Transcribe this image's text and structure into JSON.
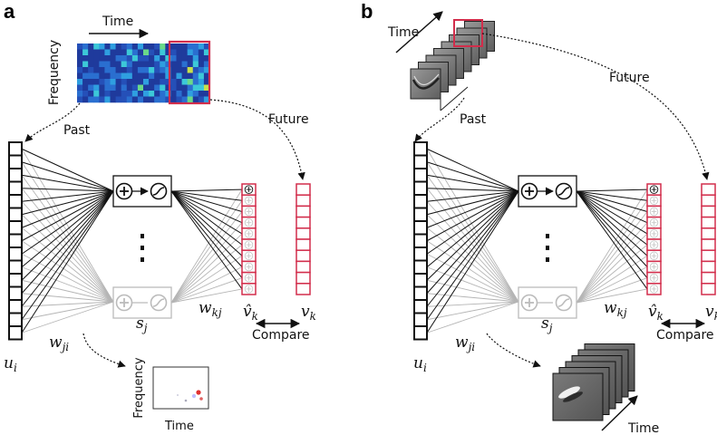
{
  "panels": [
    {
      "letter": "a",
      "labels": {
        "time": "Time",
        "frequency": "Frequency",
        "past": "Past",
        "future": "Future",
        "compare": "Compare",
        "output_time": "Time",
        "output_frequency": "Frequency"
      },
      "symbols": {
        "u": "u",
        "u_sub": "i",
        "w_ji": "w",
        "w_ji_sub": "ji",
        "s": "s",
        "s_sub": "j",
        "w_kj": "w",
        "w_kj_sub": "kj",
        "vhat": "v̂",
        "vhat_sub": "k",
        "v": "v",
        "v_sub": "k"
      }
    },
    {
      "letter": "b",
      "labels": {
        "time": "Time",
        "past": "Past",
        "future": "Future",
        "compare": "Compare",
        "output_time": "Time"
      },
      "symbols": {
        "u": "u",
        "u_sub": "i",
        "w_ji": "w",
        "w_ji_sub": "ji",
        "s": "s",
        "s_sub": "j",
        "w_kj": "w",
        "w_kj_sub": "kj",
        "vhat": "v̂",
        "vhat_sub": "k",
        "v": "v",
        "v_sub": "k"
      }
    }
  ],
  "colors": {
    "highlight_red": "#d22d4b",
    "strong_line": "#111111",
    "faded_line": "#aaaaaa",
    "spectrogram_bg": "#1f3a9c"
  }
}
